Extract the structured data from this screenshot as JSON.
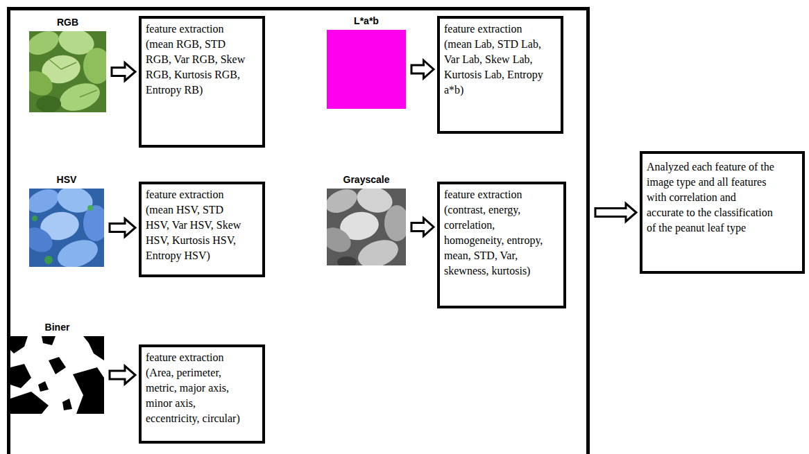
{
  "diagram": {
    "nodes": [
      {
        "text": []
      },
      {
        "text": [
          "RGB"
        ],
        "in": 0
      },
      {
        "text": [
          "feature extraction (mean RGB, STD RGB, Var RGB, Skew RGB, Kurtosis RGB, Entropy RB)"
        ],
        "in": 0
      },
      {
        "text": [
          "L*a*b"
        ],
        "in": 0
      },
      {
        "text": [
          "feature extraction (mean Lab, STD Lab, Var Lab, Skew Lab, Kurtosis Lab, Entropy a*b)"
        ],
        "in": 0
      },
      {
        "text": [
          "HSV"
        ],
        "in": 0
      },
      {
        "text": [
          "feature extraction (mean HSV, STD HSV, Var HSV, Skew HSV, Kurtosis HSV, Entropy HSV)"
        ],
        "in": 0
      },
      {
        "text": [
          "Grayscale"
        ],
        "in": 0
      },
      {
        "text": [
          "feature extraction (contrast, energy, correlation, homogeneity, entropy, mean, STD, Var, skewness, kurtosis)"
        ],
        "in": 0
      },
      {
        "text": [
          "Biner"
        ],
        "in": 0
      },
      {
        "text": [
          "feature extraction (Area, perimeter, metric, major axis, minor axis, eccentricity, circular)"
        ],
        "in": 0
      },
      {
        "text": [
          "Analyzed each feature of the image type and all features with correlation and accurate to the classification of the peanut leaf type"
        ]
      }
    ],
    "edges": [
      {
        "from": 1,
        "to": 2,
        "arrow": "to"
      },
      {
        "from": 3,
        "to": 4,
        "arrow": "to"
      },
      {
        "from": 5,
        "to": 6,
        "arrow": "to"
      },
      {
        "from": 7,
        "to": 8,
        "arrow": "to"
      },
      {
        "from": 9,
        "to": 10,
        "arrow": "to"
      },
      {
        "from": 0,
        "to": 11,
        "arrow": "to"
      }
    ]
  }
}
